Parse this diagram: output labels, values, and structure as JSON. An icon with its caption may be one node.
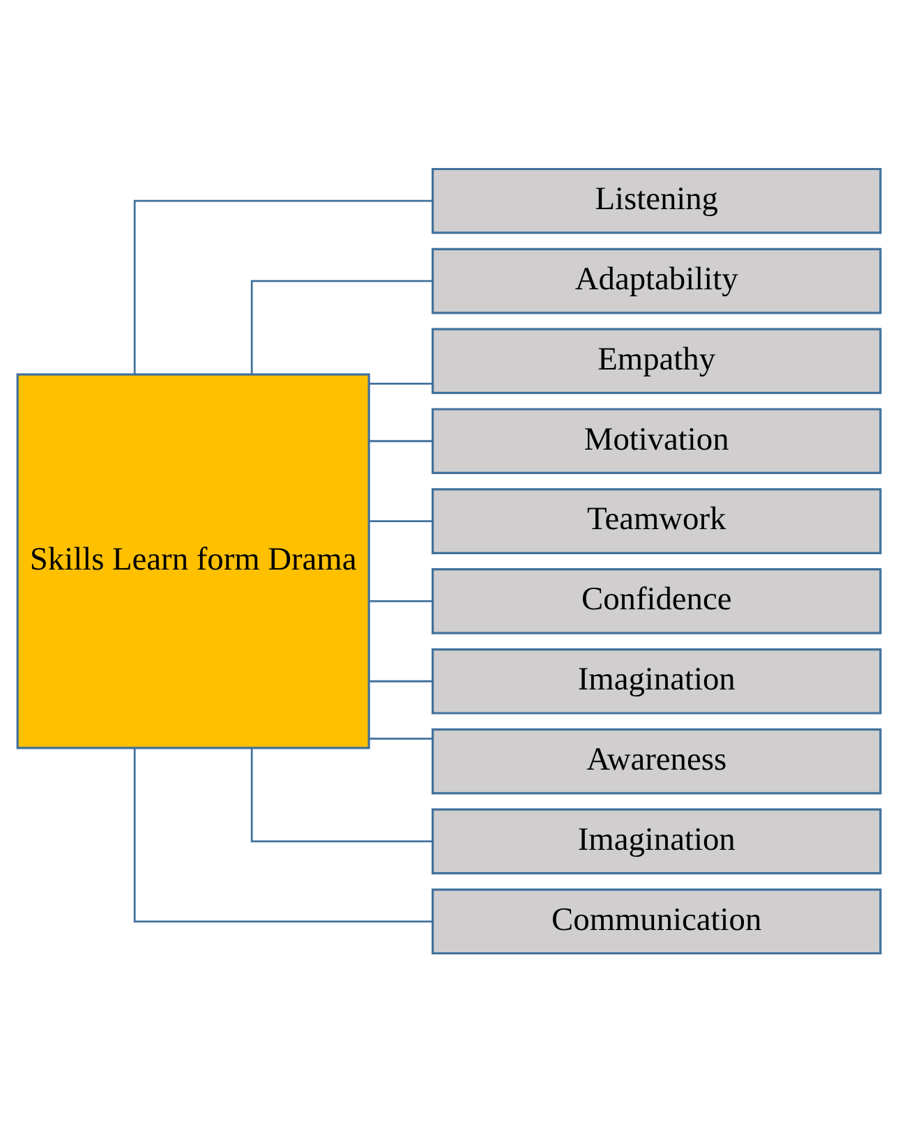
{
  "diagram": {
    "nodes": [
      {
        "text": [
          "Skills Learn form Drama"
        ]
      },
      {
        "text": [
          "Listening"
        ]
      },
      {
        "text": [
          "Adaptability"
        ]
      },
      {
        "text": [
          "Empathy"
        ]
      },
      {
        "text": [
          "Motivation"
        ]
      },
      {
        "text": [
          "Teamwork"
        ]
      },
      {
        "text": [
          "Confidence"
        ]
      },
      {
        "text": [
          "Imagination"
        ]
      },
      {
        "text": [
          "Awareness"
        ]
      },
      {
        "text": [
          "Imagination"
        ]
      },
      {
        "text": [
          "Communication"
        ]
      }
    ],
    "edges": [
      {
        "from": 0,
        "to": 1,
        "arrow": "none"
      },
      {
        "from": 0,
        "to": 2,
        "arrow": "none"
      },
      {
        "from": 0,
        "to": 3,
        "arrow": "none"
      },
      {
        "from": 0,
        "to": 4,
        "arrow": "none"
      },
      {
        "from": 0,
        "to": 5,
        "arrow": "none"
      },
      {
        "from": 0,
        "to": 6,
        "arrow": "none"
      },
      {
        "from": 0,
        "to": 7,
        "arrow": "none"
      },
      {
        "from": 0,
        "to": 8,
        "arrow": "none"
      },
      {
        "from": 0,
        "to": 9,
        "arrow": "none"
      },
      {
        "from": 0,
        "to": 10,
        "arrow": "none"
      }
    ]
  }
}
